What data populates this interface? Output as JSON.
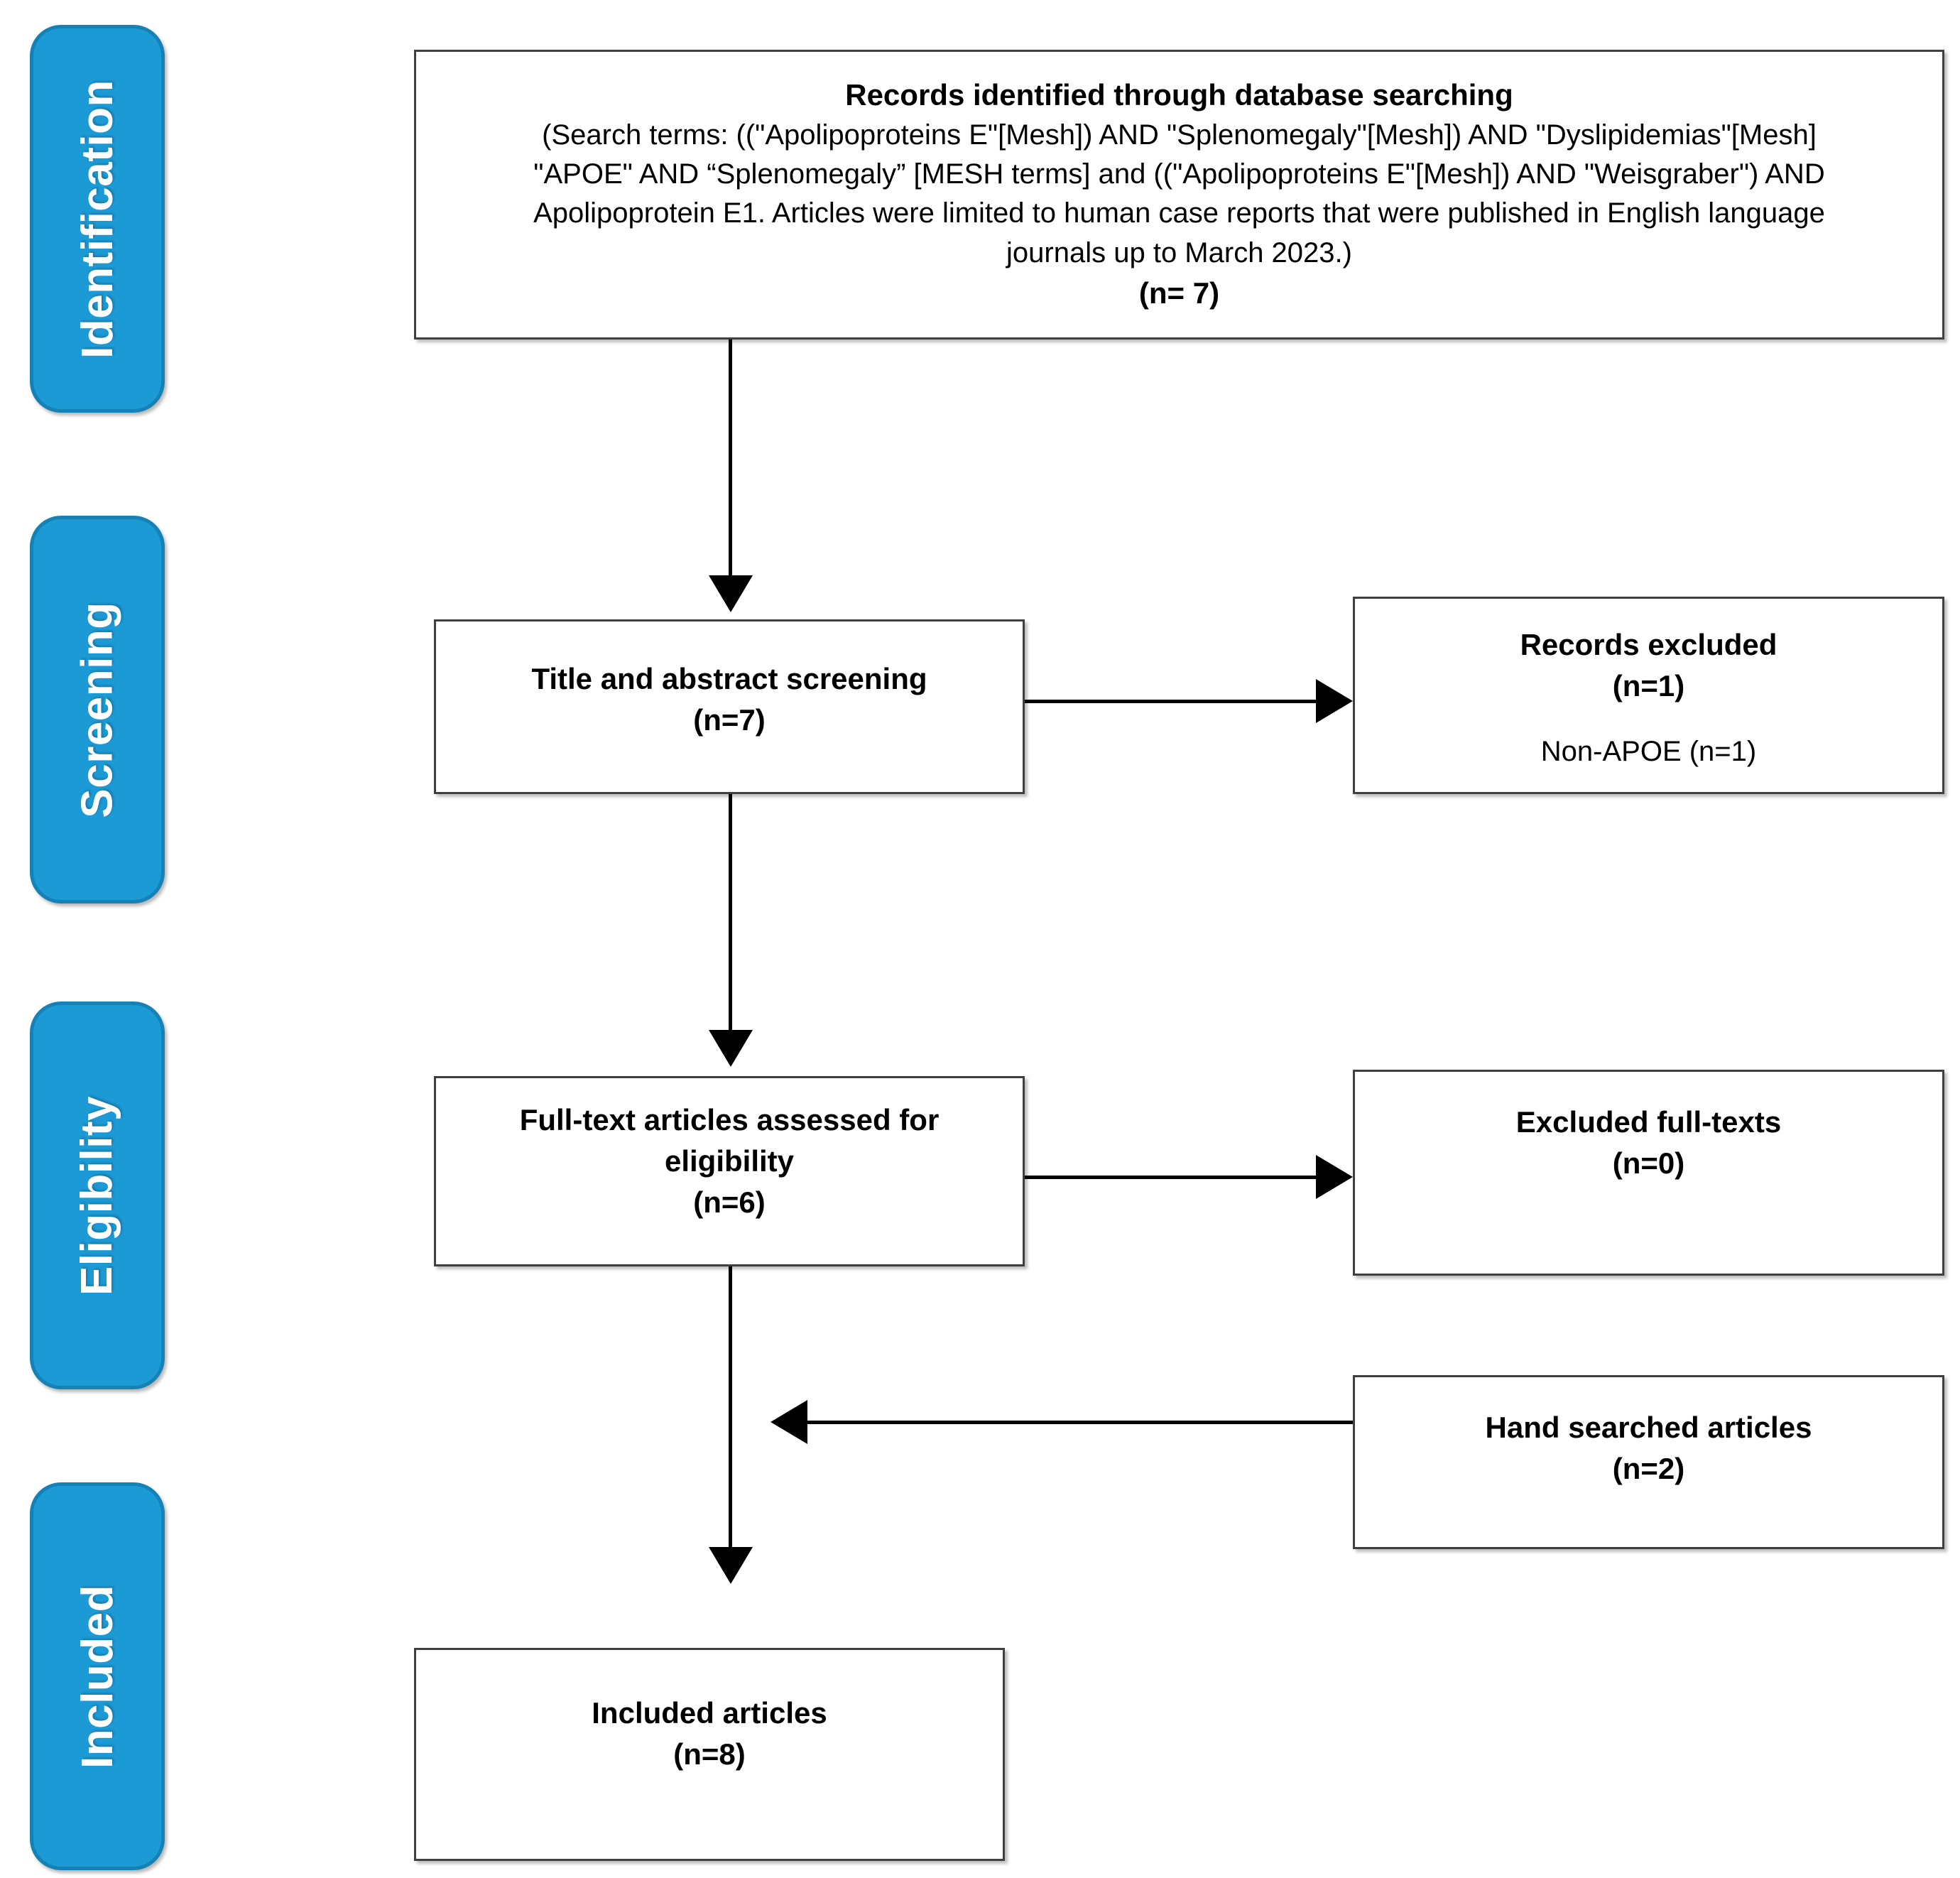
{
  "diagram": {
    "title": "PRISMA flow diagram",
    "accent_color": "#1C9AD6",
    "accent_border_color": "#1581B4",
    "box_border_color": "#3F3F3F",
    "connector_color": "#000000"
  },
  "stages": [
    {
      "key": "identification",
      "label": "Identification"
    },
    {
      "key": "screening",
      "label": "Screening"
    },
    {
      "key": "eligibility",
      "label": "Eligibility"
    },
    {
      "key": "included",
      "label": "Included"
    }
  ],
  "boxes": {
    "records_identified": {
      "heading": "Records identified through database searching",
      "body_line_1": "(Search terms: ((\"Apolipoproteins E\"[Mesh]) AND \"Splenomegaly\"[Mesh]) AND \"Dyslipidemias\"[Mesh]",
      "body_line_2": "\"APOE\" AND “Splenomegaly” [MESH terms] and ((\"Apolipoproteins E\"[Mesh]) AND \"Weisgraber\") AND",
      "body_line_3": "Apolipoprotein E1. Articles were limited to human case reports that were published in English language",
      "body_line_4": "journals up to March 2023.)",
      "count": "(n= 7)"
    },
    "title_abstract_screening": {
      "heading": "Title and abstract screening",
      "count": "(n=7)"
    },
    "records_excluded": {
      "heading": "Records excluded",
      "count": "(n=1)",
      "reason": "Non-APOE (n=1)"
    },
    "full_text_assessed": {
      "heading_line_1": "Full-text articles assessed for",
      "heading_line_2": "eligibility",
      "count": "(n=6)"
    },
    "excluded_full_texts": {
      "heading": "Excluded full-texts",
      "count": "(n=0)"
    },
    "hand_searched": {
      "heading": "Hand searched articles",
      "count": "(n=2)"
    },
    "included_articles": {
      "heading": "Included articles",
      "count": "(n=8)"
    }
  }
}
